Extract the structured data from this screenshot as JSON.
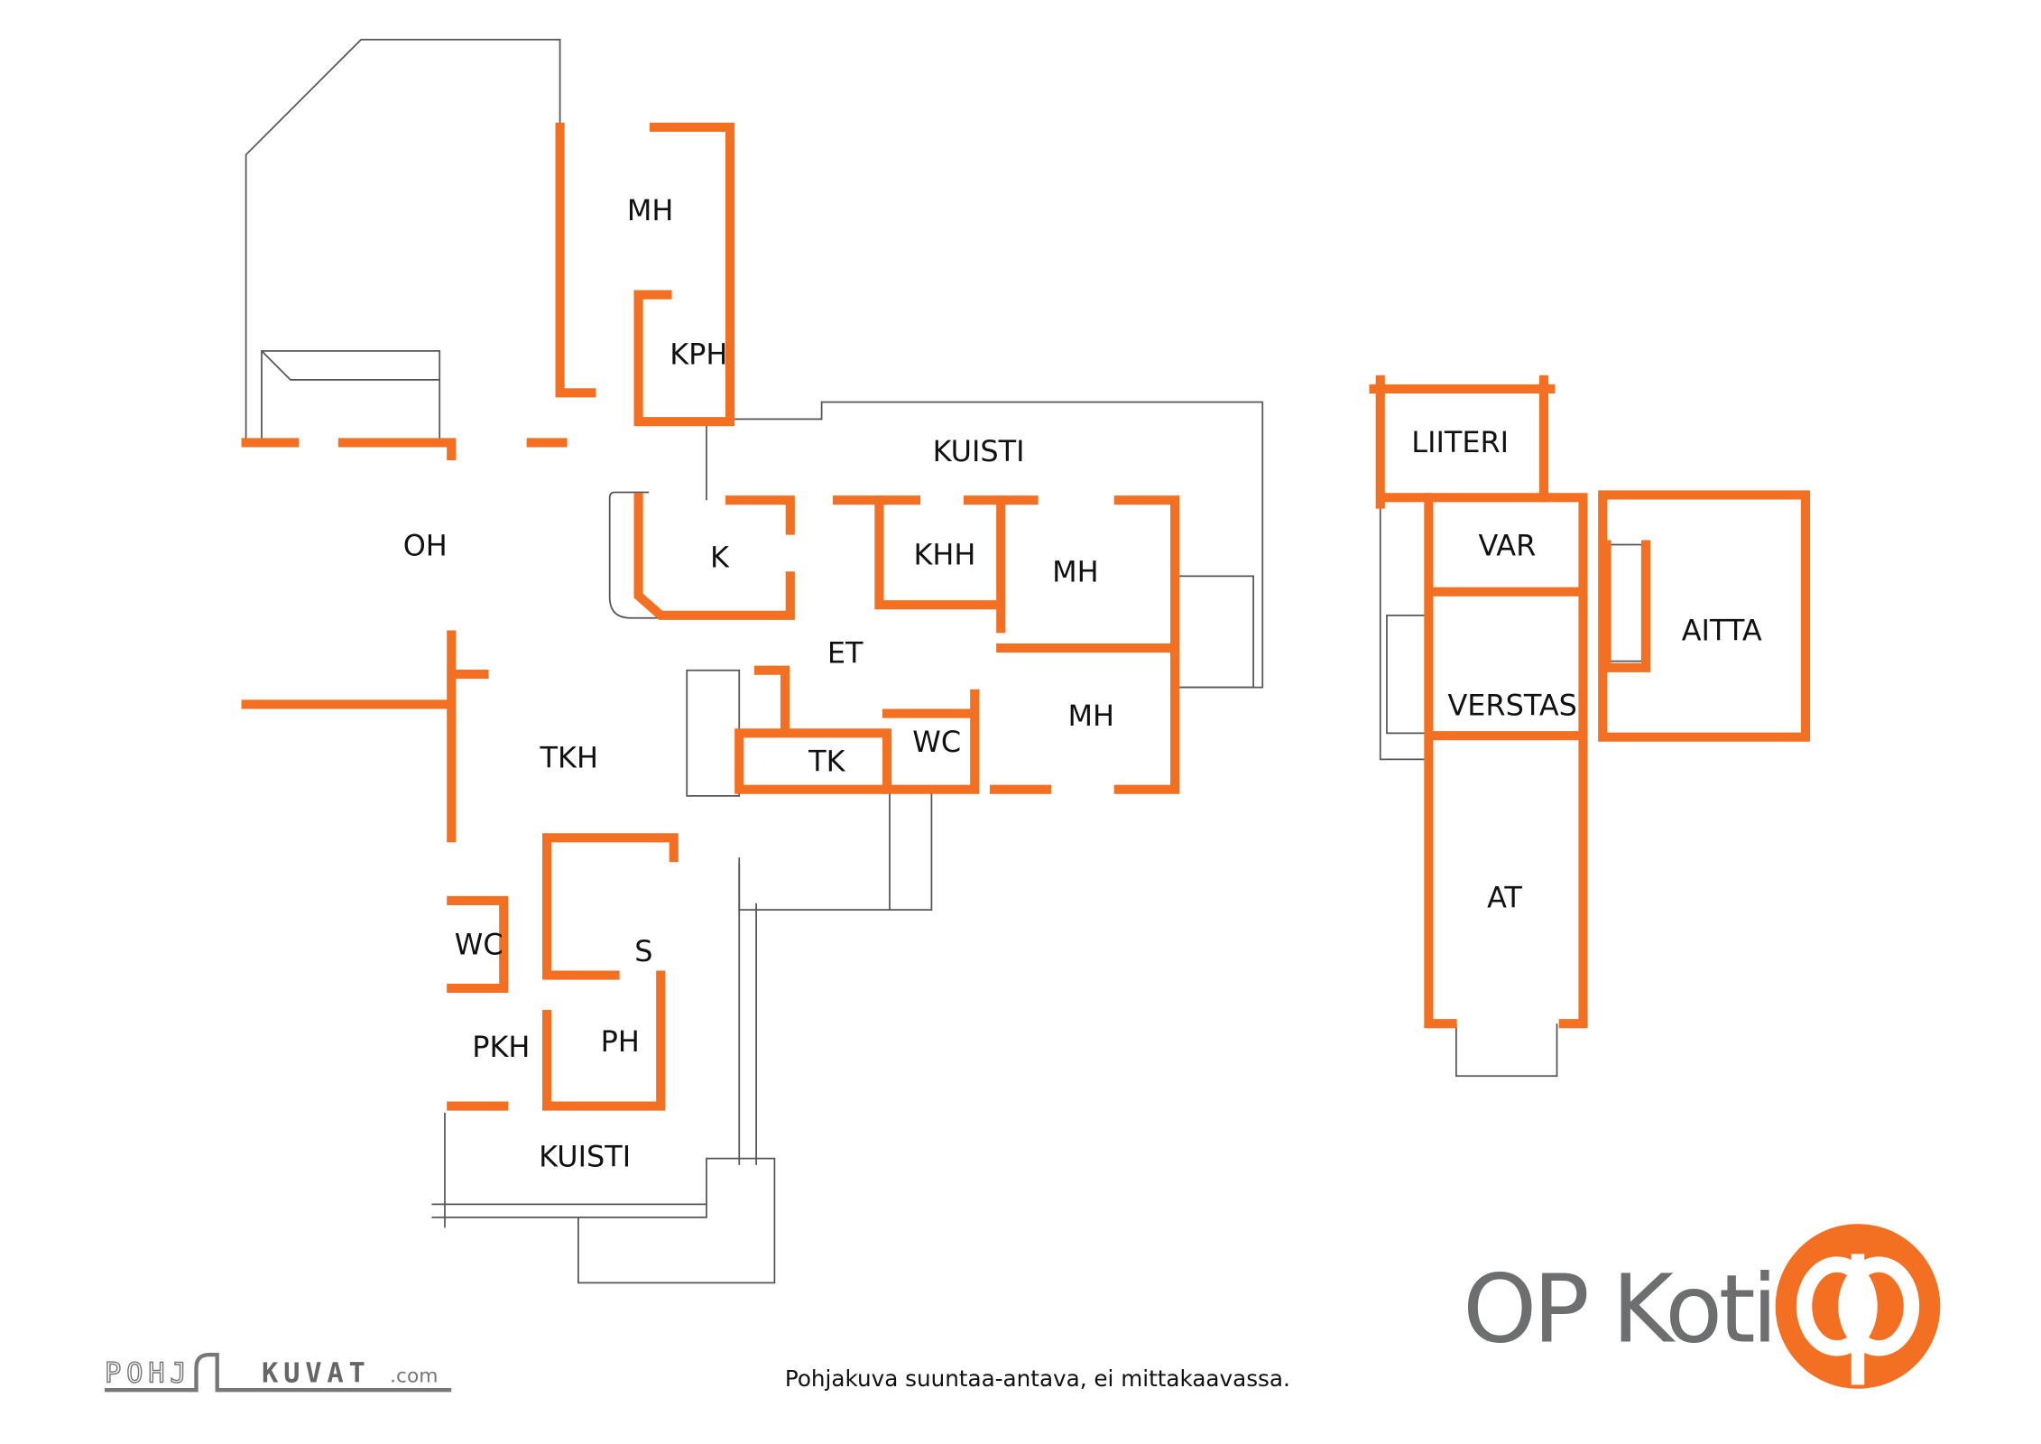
{
  "rooms": {
    "mh_top": "MH",
    "kph": "KPH",
    "kuisti_top": "KUISTI",
    "oh": "OH",
    "k": "K",
    "khh": "KHH",
    "mh_right": "MH",
    "et": "ET",
    "mh_lower": "MH",
    "tkh": "TKH",
    "tk": "TK",
    "wc_main": "WC",
    "wc_lower": "WC",
    "s": "S",
    "ph": "PH",
    "pkh": "PKH",
    "kuisti_bottom": "KUISTI",
    "liiteri": "LIITERI",
    "var": "VAR",
    "aitta": "AITTA",
    "verstas": "VERSTAS",
    "at": "AT"
  },
  "caption": "Pohjakuva suuntaa-antava, ei mittakaavassa.",
  "brand": {
    "name": "OP Koti",
    "symbol": "op",
    "color": "#F36F21"
  },
  "credit": {
    "left": "POHJ",
    "right": "KUVAT",
    "suffix": ".com"
  }
}
